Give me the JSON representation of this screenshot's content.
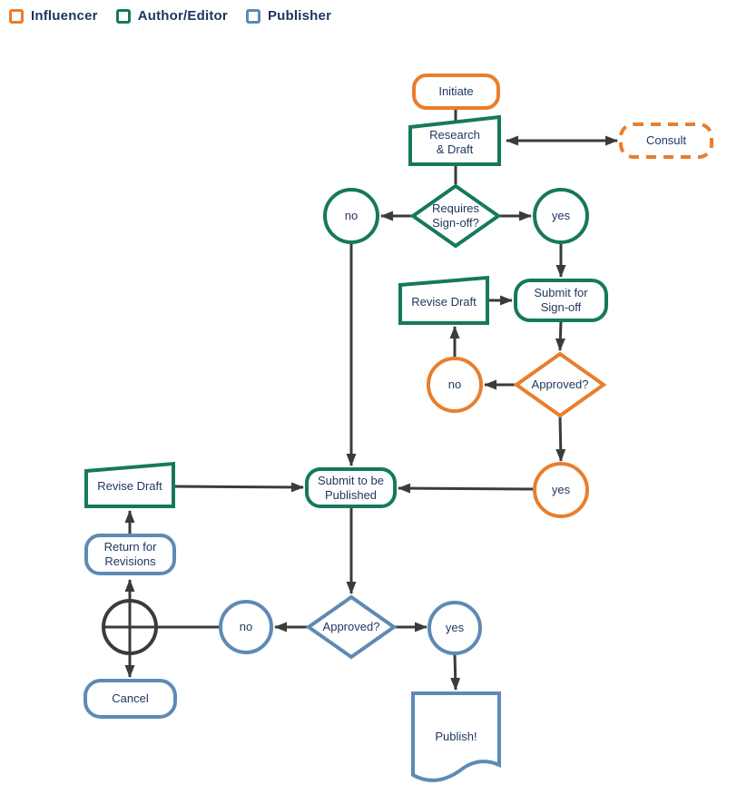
{
  "legend": {
    "items": [
      {
        "id": "influencer",
        "label": "Influencer",
        "color": "#E87E2E"
      },
      {
        "id": "author_editor",
        "label": "Author/Editor",
        "color": "#15795B"
      },
      {
        "id": "publisher",
        "label": "Publisher",
        "color": "#5E8AB4"
      }
    ]
  },
  "colors": {
    "influencer": "#E87E2E",
    "author_editor": "#15795B",
    "publisher": "#5E8AB4",
    "arrow": "#3A3C3C",
    "ink": "#1E355E"
  },
  "nodes": {
    "initiate": {
      "label": "Initiate",
      "role": "influencer",
      "shape": "rounded-rect"
    },
    "research_draft": {
      "label": "Research\n& Draft",
      "role": "author_editor",
      "shape": "trapezoid"
    },
    "consult": {
      "label": "Consult",
      "role": "influencer",
      "shape": "dashed-rounded-rect"
    },
    "requires_signoff": {
      "label": "Requires\nSign-off?",
      "role": "author_editor",
      "shape": "diamond"
    },
    "no_signoff": {
      "label": "no",
      "role": "author_editor",
      "shape": "circle"
    },
    "yes_signoff": {
      "label": "yes",
      "role": "author_editor",
      "shape": "circle"
    },
    "revise_draft_signoff": {
      "label": "Revise Draft",
      "role": "author_editor",
      "shape": "trapezoid"
    },
    "submit_for_signoff": {
      "label": "Submit for\nSign-off",
      "role": "author_editor",
      "shape": "rounded-rect"
    },
    "approved_signoff": {
      "label": "Approved?",
      "role": "influencer",
      "shape": "diamond"
    },
    "no_approved_signoff": {
      "label": "no",
      "role": "influencer",
      "shape": "circle"
    },
    "yes_approved_signoff": {
      "label": "yes",
      "role": "influencer",
      "shape": "circle"
    },
    "submit_to_publish": {
      "label": "Submit to be\nPublished",
      "role": "author_editor",
      "shape": "rounded-rect"
    },
    "revise_draft_publish": {
      "label": "Revise Draft",
      "role": "author_editor",
      "shape": "trapezoid"
    },
    "return_for_revisions": {
      "label": "Return for\nRevisions",
      "role": "publisher",
      "shape": "rounded-rect"
    },
    "junction": {
      "label": "",
      "role": "connector",
      "shape": "summing-junction"
    },
    "cancel": {
      "label": "Cancel",
      "role": "publisher",
      "shape": "rounded-rect"
    },
    "no_approved_publish": {
      "label": "no",
      "role": "publisher",
      "shape": "circle"
    },
    "approved_publish": {
      "label": "Approved?",
      "role": "publisher",
      "shape": "diamond"
    },
    "yes_approved_publish": {
      "label": "yes",
      "role": "publisher",
      "shape": "circle"
    },
    "publish": {
      "label": "Publish!",
      "role": "publisher",
      "shape": "document"
    }
  },
  "edges": [
    {
      "from": "initiate",
      "to": "research_draft",
      "style": "line"
    },
    {
      "from": "research_draft",
      "to": "consult",
      "style": "double-arrow"
    },
    {
      "from": "research_draft",
      "to": "requires_signoff",
      "style": "line"
    },
    {
      "from": "requires_signoff",
      "to": "no_signoff",
      "style": "arrow"
    },
    {
      "from": "requires_signoff",
      "to": "yes_signoff",
      "style": "arrow"
    },
    {
      "from": "yes_signoff",
      "to": "submit_for_signoff",
      "style": "arrow"
    },
    {
      "from": "no_signoff",
      "to": "submit_to_publish",
      "style": "arrow"
    },
    {
      "from": "revise_draft_signoff",
      "to": "submit_for_signoff",
      "style": "arrow"
    },
    {
      "from": "submit_for_signoff",
      "to": "approved_signoff",
      "style": "arrow"
    },
    {
      "from": "approved_signoff",
      "to": "no_approved_signoff",
      "style": "arrow"
    },
    {
      "from": "no_approved_signoff",
      "to": "revise_draft_signoff",
      "style": "arrow"
    },
    {
      "from": "approved_signoff",
      "to": "yes_approved_signoff",
      "style": "arrow"
    },
    {
      "from": "yes_approved_signoff",
      "to": "submit_to_publish",
      "style": "arrow"
    },
    {
      "from": "revise_draft_publish",
      "to": "submit_to_publish",
      "style": "arrow"
    },
    {
      "from": "submit_to_publish",
      "to": "approved_publish",
      "style": "arrow"
    },
    {
      "from": "approved_publish",
      "to": "no_approved_publish",
      "style": "arrow"
    },
    {
      "from": "no_approved_publish",
      "to": "junction",
      "style": "line"
    },
    {
      "from": "junction",
      "to": "return_for_revisions",
      "style": "arrow"
    },
    {
      "from": "junction",
      "to": "cancel",
      "style": "arrow"
    },
    {
      "from": "return_for_revisions",
      "to": "revise_draft_publish",
      "style": "arrow"
    },
    {
      "from": "approved_publish",
      "to": "yes_approved_publish",
      "style": "arrow"
    },
    {
      "from": "yes_approved_publish",
      "to": "publish",
      "style": "arrow"
    }
  ]
}
